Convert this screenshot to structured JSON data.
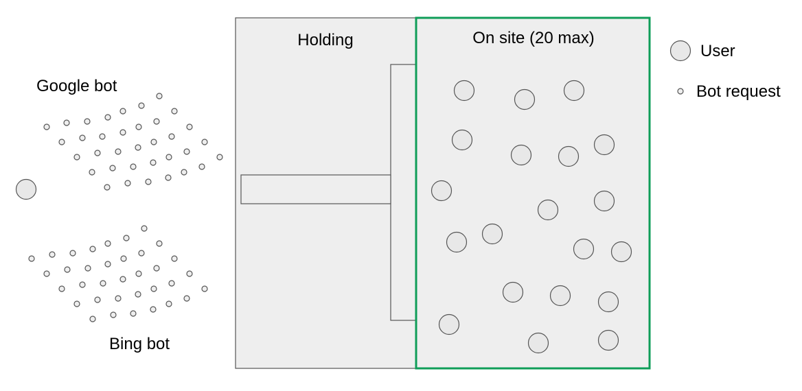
{
  "labels": {
    "holding": "Holding",
    "on_site": "On site (20 max)",
    "google_bot": "Google bot",
    "bing_bot": "Bing bot"
  },
  "legend": {
    "user": "User",
    "bot_request": "Bot request"
  },
  "colors": {
    "on_site_border": "#0f9d58",
    "box_fill": "#eeeeee",
    "stroke": "#555555",
    "user_fill": "#e8e8e8"
  }
}
